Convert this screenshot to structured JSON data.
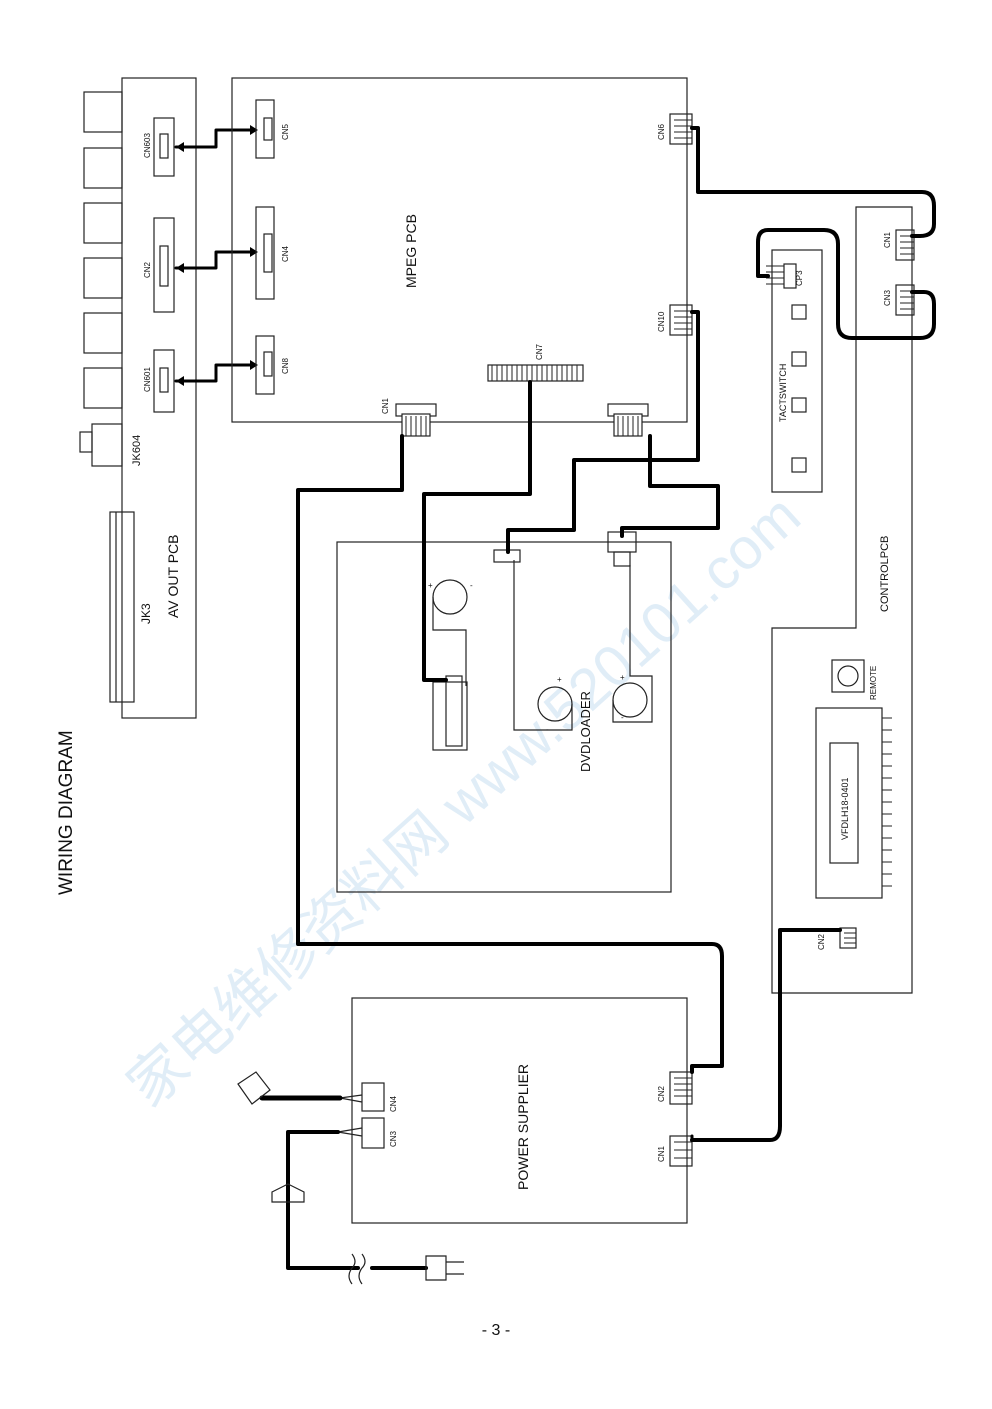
{
  "title": "WIRING DIAGRAM",
  "page_number": "- 3 -",
  "watermark": "家电维修资料网 www.520101.com",
  "boards": {
    "av_out": "AV OUT PCB",
    "mpeg": "MPEG PCB",
    "control": "CONTROLPCB",
    "power": "POWER SUPPLIER",
    "loader": "DVDLOADER",
    "tact": "TACTSWITCH",
    "vfd": "VFDLH18-0401",
    "remote": "REMOTE"
  },
  "connectors": {
    "cn603": "CN603",
    "cn2_av": "CN2",
    "cn601": "CN601",
    "jk604": "JK604",
    "jk3": "JK3",
    "cn5": "CN5",
    "cn4_mpeg": "CN4",
    "cn8": "CN8",
    "cn6": "CN6",
    "cn10": "CN10",
    "cn7": "CN7",
    "cn1_mpeg": "CN1",
    "cn1_ctrl": "CN1",
    "cn3_ctrl": "CN3",
    "cp3": "CP3",
    "cn2_ctrl": "CN2",
    "cn4_pwr": "CN4",
    "cn3_pwr": "CN3",
    "cn2_pwr": "CN2",
    "cn1_pwr": "CN1"
  },
  "polarity": {
    "plus": "+",
    "minus": "-"
  }
}
